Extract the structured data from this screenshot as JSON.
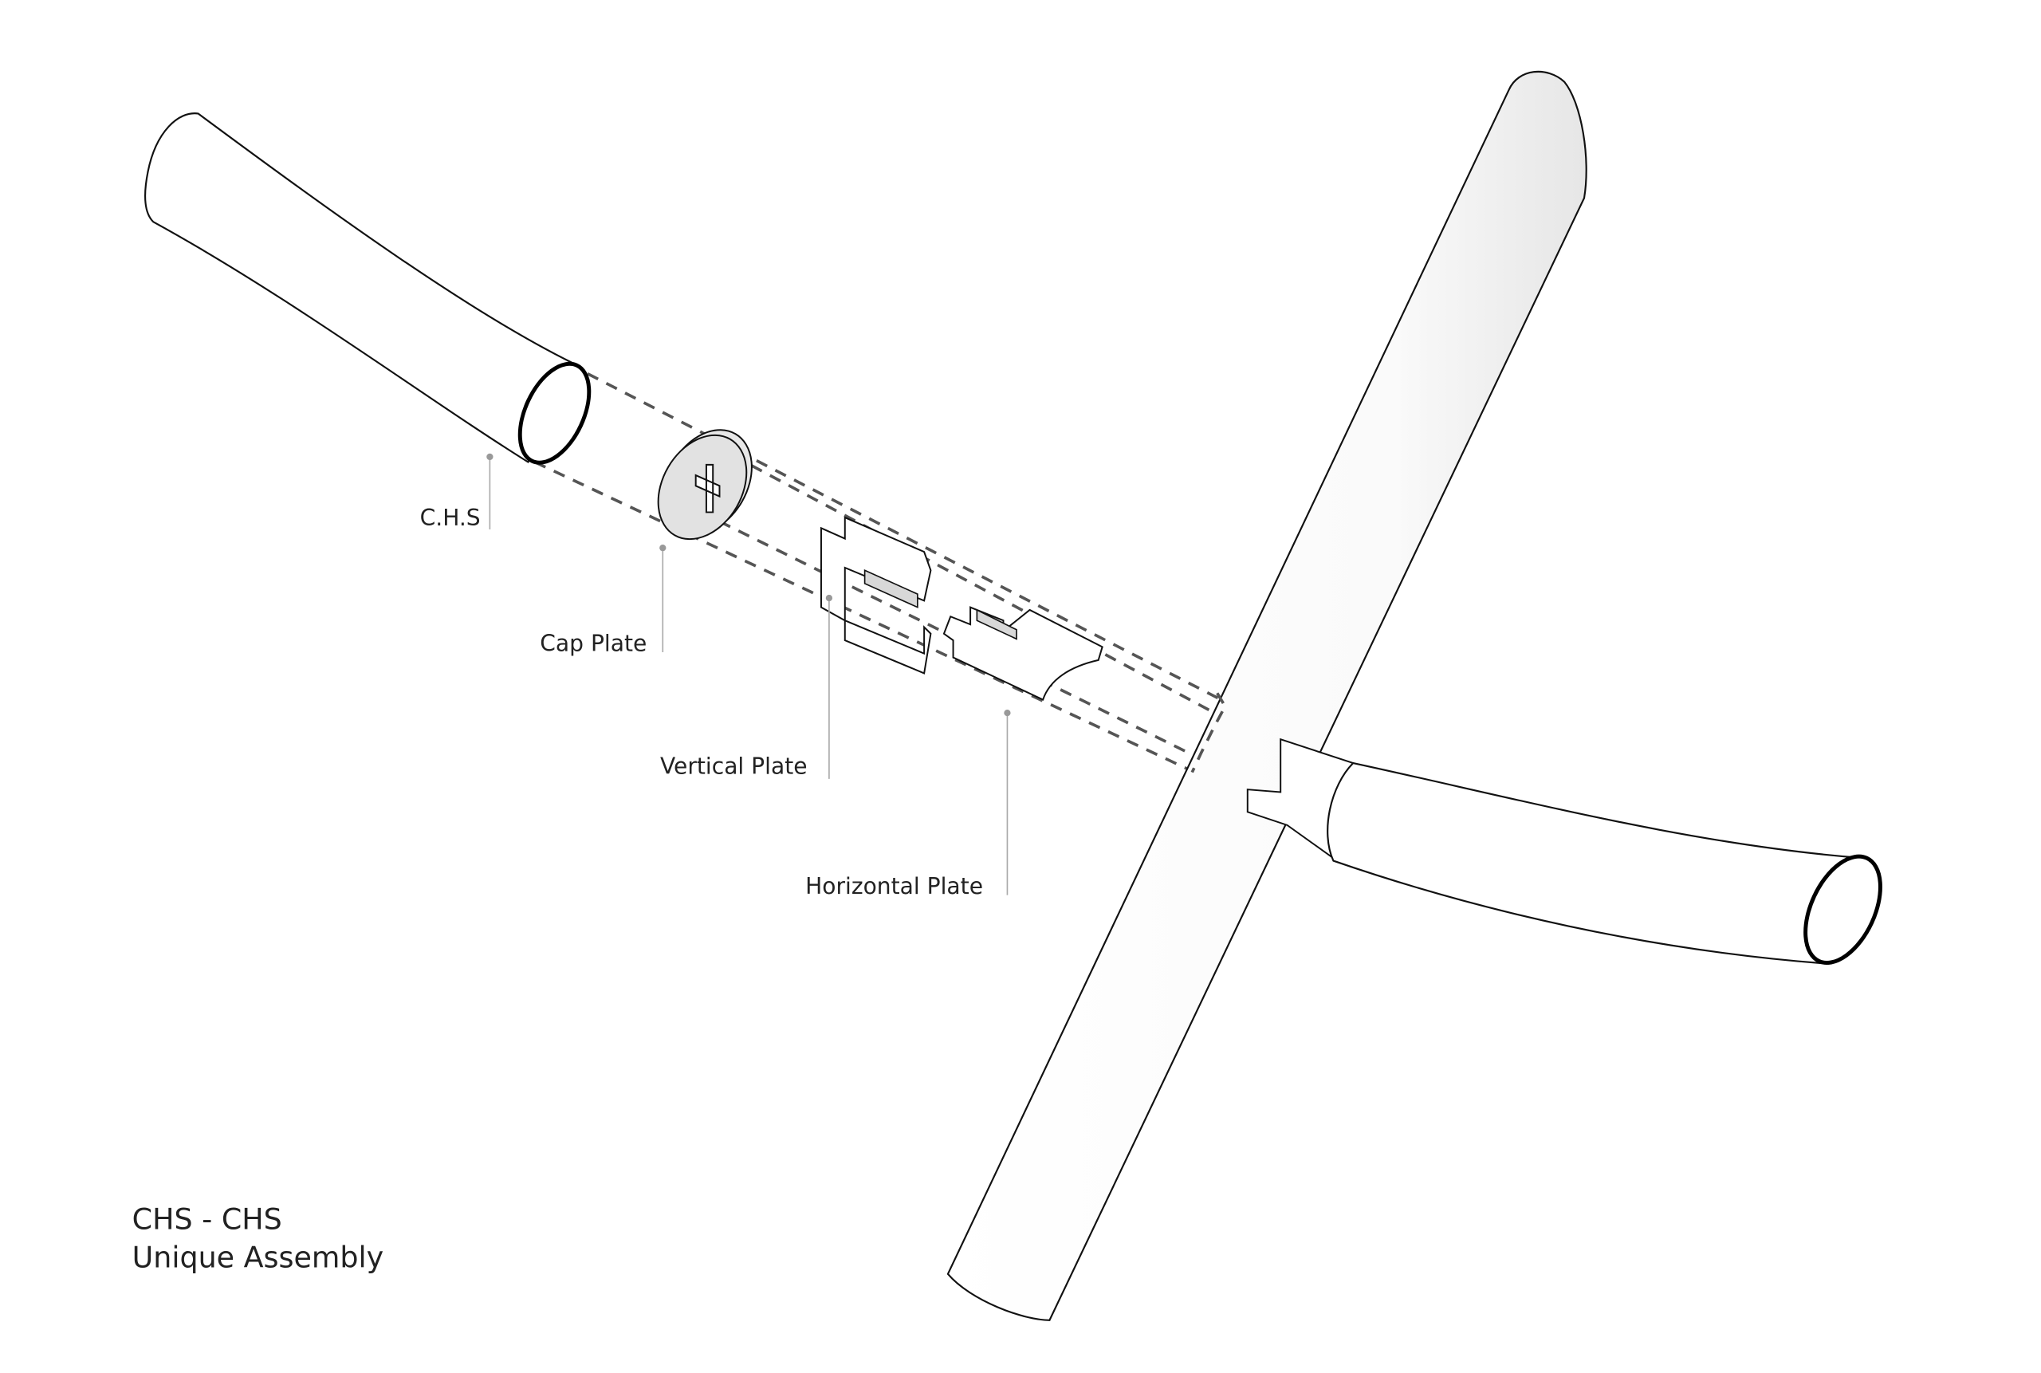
{
  "labels": {
    "chs": "C.H.S",
    "cap_plate": "Cap Plate",
    "vertical_plate": "Vertical Plate",
    "horizontal_plate": "Horizontal Plate"
  },
  "title": {
    "line1": "CHS - CHS",
    "line2": "Unique Assembly"
  }
}
